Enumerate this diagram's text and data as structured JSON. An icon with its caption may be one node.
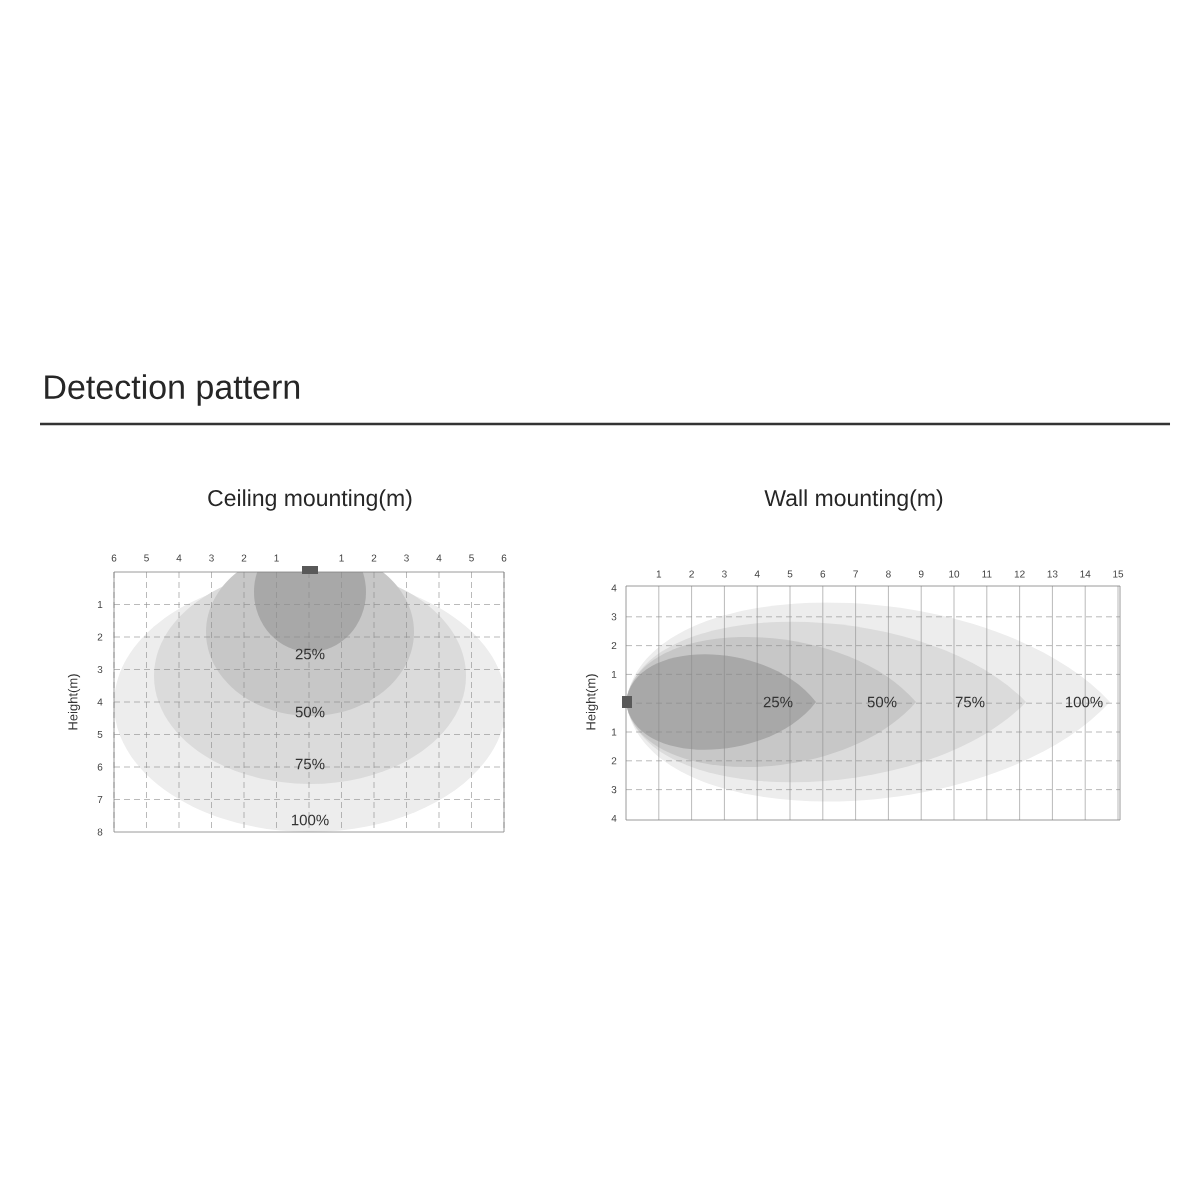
{
  "diagram": {
    "title": "Detection pattern",
    "labels": [
      "Ceiling mounting(m)",
      "Wall mounting(m)",
      "6",
      "5",
      "4",
      "3",
      "2",
      "1",
      "1",
      "2",
      "3",
      "4",
      "5",
      "6",
      "1",
      "2",
      "3",
      "4",
      "5",
      "6",
      "7",
      "8",
      "Height(m)",
      "25%",
      "50%",
      "75%",
      "100%",
      "1",
      "2",
      "3",
      "4",
      "5",
      "6",
      "7",
      "8",
      "9",
      "10",
      "11",
      "12",
      "13",
      "14",
      "15",
      "4",
      "3",
      "2",
      "1",
      "1",
      "2",
      "3",
      "4",
      "Height(m)",
      "25%",
      "50%",
      "75%",
      "100%"
    ]
  }
}
